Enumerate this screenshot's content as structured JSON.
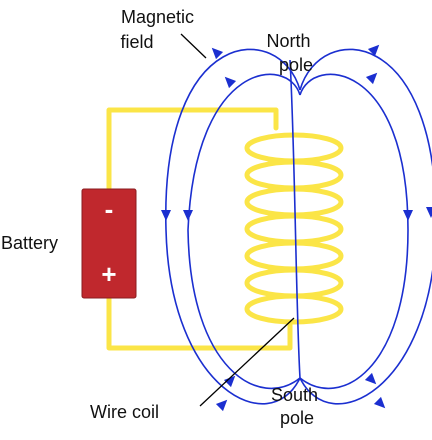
{
  "labels": {
    "magnetic_field": [
      "Magnetic",
      "field"
    ],
    "north_pole": [
      "North",
      "pole"
    ],
    "south_pole": [
      "South",
      "pole"
    ],
    "battery": "Battery",
    "wire_coil": "Wire coil"
  },
  "battery": {
    "negative_sign": "-",
    "positive_sign": "+"
  },
  "colors": {
    "wire": "#FBE547",
    "field_lines": "#1B2FD0",
    "battery_body": "#C0282D",
    "leader_lines": "#000000"
  }
}
